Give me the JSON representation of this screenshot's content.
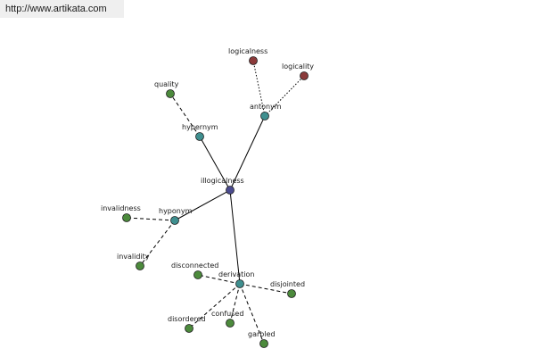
{
  "header": {
    "url": "http://www.artikata.com"
  },
  "colors": {
    "center": "#4b4b8f",
    "relation": "#3f8f8f",
    "leaf": "#4c8a3c",
    "antonym_leaf": "#8b3a3a"
  },
  "graph": {
    "nodes": [
      {
        "id": "illogicalness",
        "label": "illogicalness",
        "kind": "center"
      },
      {
        "id": "hypernym",
        "label": "hypernym",
        "kind": "relation"
      },
      {
        "id": "antonym",
        "label": "antonym",
        "kind": "relation"
      },
      {
        "id": "hyponym",
        "label": "hyponym",
        "kind": "relation"
      },
      {
        "id": "derivation",
        "label": "derivation",
        "kind": "relation"
      },
      {
        "id": "quality",
        "label": "quality",
        "kind": "leaf"
      },
      {
        "id": "logicalness",
        "label": "logicalness",
        "kind": "antonym_leaf"
      },
      {
        "id": "logicality",
        "label": "logicality",
        "kind": "antonym_leaf"
      },
      {
        "id": "invalidness",
        "label": "invalidness",
        "kind": "leaf"
      },
      {
        "id": "invalidity",
        "label": "invalidity",
        "kind": "leaf"
      },
      {
        "id": "disconnected",
        "label": "disconnected",
        "kind": "leaf"
      },
      {
        "id": "disjointed",
        "label": "disjointed",
        "kind": "leaf"
      },
      {
        "id": "disordered",
        "label": "disordered",
        "kind": "leaf"
      },
      {
        "id": "confused",
        "label": "confused",
        "kind": "leaf"
      },
      {
        "id": "garbled",
        "label": "garbled",
        "kind": "leaf"
      }
    ],
    "edges": [
      {
        "from": "illogicalness",
        "to": "hypernym",
        "style": "solid"
      },
      {
        "from": "illogicalness",
        "to": "antonym",
        "style": "solid"
      },
      {
        "from": "illogicalness",
        "to": "hyponym",
        "style": "solid"
      },
      {
        "from": "illogicalness",
        "to": "derivation",
        "style": "solid"
      },
      {
        "from": "hypernym",
        "to": "quality",
        "style": "dash"
      },
      {
        "from": "antonym",
        "to": "logicalness",
        "style": "dot"
      },
      {
        "from": "antonym",
        "to": "logicality",
        "style": "dot"
      },
      {
        "from": "hyponym",
        "to": "invalidness",
        "style": "dash"
      },
      {
        "from": "hyponym",
        "to": "invalidity",
        "style": "dash"
      },
      {
        "from": "derivation",
        "to": "disconnected",
        "style": "dash"
      },
      {
        "from": "derivation",
        "to": "disjointed",
        "style": "dash"
      },
      {
        "from": "derivation",
        "to": "disordered",
        "style": "dash"
      },
      {
        "from": "derivation",
        "to": "confused",
        "style": "dash"
      },
      {
        "from": "derivation",
        "to": "garbled",
        "style": "dash"
      }
    ]
  }
}
